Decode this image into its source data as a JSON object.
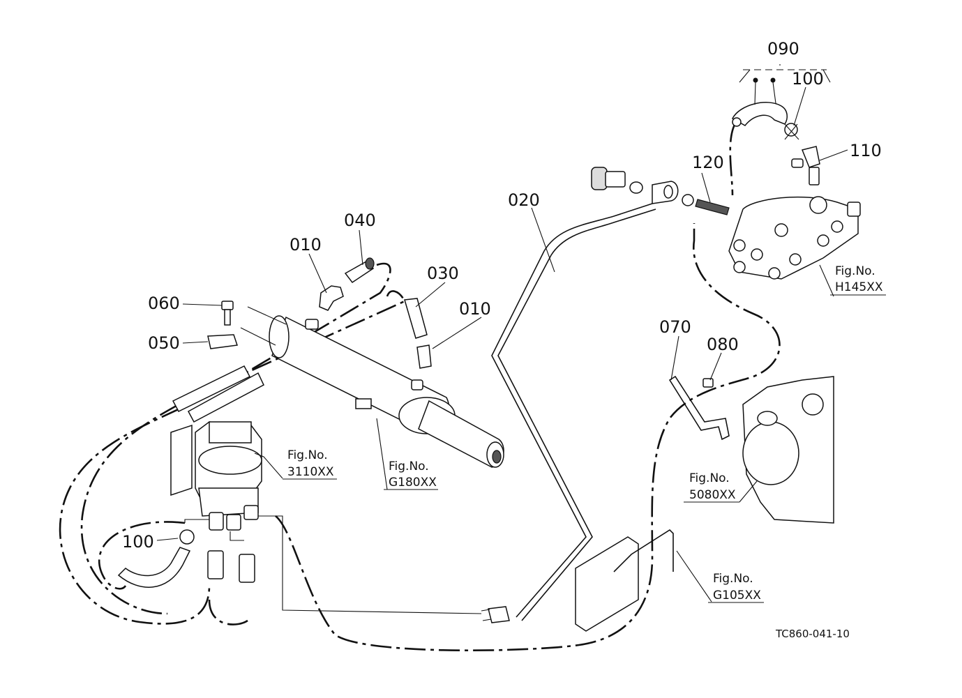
{
  "diagram": {
    "part_labels": {
      "p010_a": "010",
      "p010_b": "010",
      "p020": "020",
      "p030": "030",
      "p040": "040",
      "p050": "050",
      "p060": "060",
      "p070": "070",
      "p080": "080",
      "p090": "090",
      "p100_a": "100",
      "p100_b": "100",
      "p110": "110",
      "p120": "120"
    },
    "figure_refs": [
      {
        "prefix": "Fig.No.",
        "code": "3110XX"
      },
      {
        "prefix": "Fig.No.",
        "code": "G180XX"
      },
      {
        "prefix": "Fig.No.",
        "code": "H145XX"
      },
      {
        "prefix": "Fig.No.",
        "code": "5080XX"
      },
      {
        "prefix": "Fig.No.",
        "code": "G105XX"
      }
    ],
    "drawing_code": "TC860-041-10"
  }
}
